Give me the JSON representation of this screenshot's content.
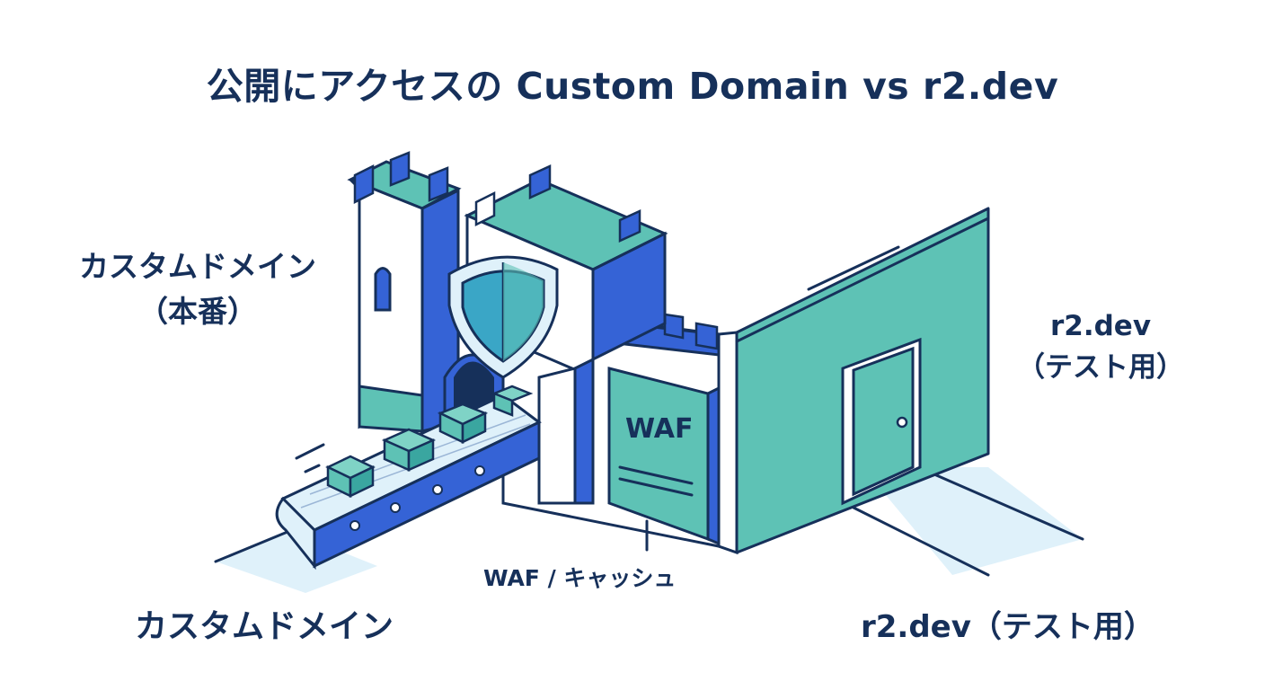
{
  "title": "公開にアクセスの Custom Domain vs r2.dev",
  "labels": {
    "custom_domain_top_line1": "カスタムドメイン",
    "custom_domain_top_line2": "（本番）",
    "r2_right_line1": "r2.dev",
    "r2_right_line2": "（テスト用）",
    "custom_domain_bottom": "カスタムドメイン",
    "waf_cache": "WAF / キャッシュ",
    "r2_bottom": "r2.dev（テスト用）",
    "waf_panel": "WAF"
  },
  "colors": {
    "navy": "#16305a",
    "blue": "#3563d6",
    "teal": "#5ec2b5",
    "light_blue": "#dff1fa",
    "white": "#ffffff"
  },
  "icons": {
    "castle": "castle-icon",
    "shield": "shield-icon",
    "conveyor": "conveyor-belt-icon",
    "box": "box-icon",
    "door": "door-icon",
    "waf_panel": "waf-panel-icon"
  }
}
